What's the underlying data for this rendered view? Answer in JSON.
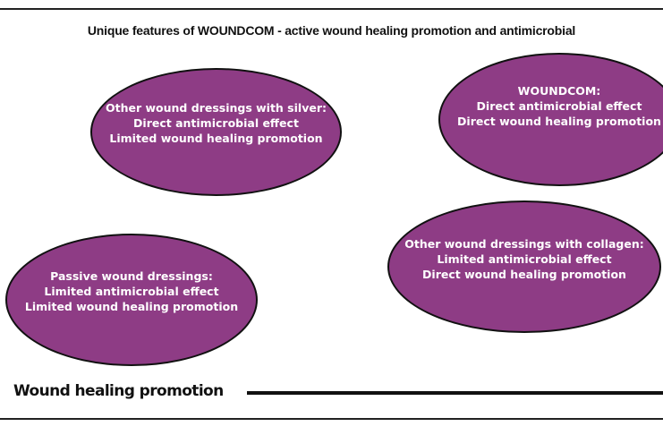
{
  "title": "Unique features of WOUNDCOM - active wound healing promotion and antimicrobial",
  "colors": {
    "ellipse_fill": "#8e3c85",
    "ellipse_text": "#ffffff",
    "outline": "#111111"
  },
  "ellipses": [
    {
      "id": "silver",
      "lines": [
        "Other wound dressings with silver:",
        "Direct antimicrobial effect",
        "Limited wound healing promotion"
      ]
    },
    {
      "id": "woundcom",
      "lines": [
        "WOUNDCOM:",
        "Direct antimicrobial effect",
        "Direct wound healing promotion"
      ]
    },
    {
      "id": "passive",
      "lines": [
        "Passive wound dressings:",
        "Limited antimicrobial effect",
        "Limited wound healing promotion"
      ]
    },
    {
      "id": "collagen",
      "lines": [
        "Other wound dressings with collagen:",
        "Limited antimicrobial effect",
        "Direct wound healing promotion"
      ]
    }
  ],
  "axis": {
    "x_label": "Wound healing promotion"
  }
}
